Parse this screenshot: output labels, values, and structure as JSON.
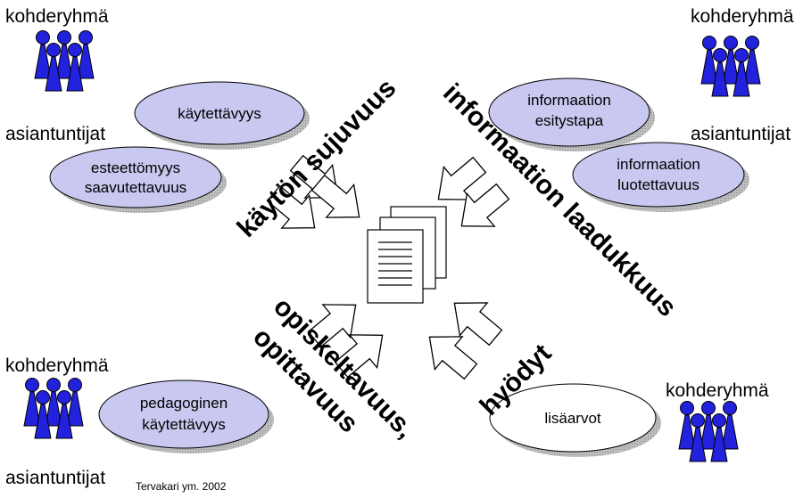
{
  "colors": {
    "ellipse_fill": "#c8c8f0",
    "ellipse_shadow": "#a9a9a9",
    "person_fill": "#2222dd",
    "white_fill": "#ffffff"
  },
  "groups": {
    "top_left": {
      "target": "kohderyhmä",
      "experts": "asiantuntijat"
    },
    "top_right": {
      "target": "kohderyhmä",
      "experts": "asiantuntijat"
    },
    "bottom_left": {
      "target": "kohderyhmä",
      "experts": "asiantuntijat"
    },
    "bottom_right": {
      "target": "kohderyhmä"
    }
  },
  "ellipses": {
    "kaytettavyys": "käytettävyys",
    "esteettomyys": [
      "esteettömyys",
      "saavutettavuus"
    ],
    "esitystapa": [
      "informaation",
      "esitystapa"
    ],
    "luotettavuus": [
      "informaation",
      "luotettavuus"
    ],
    "pedagoginen": [
      "pedagoginen",
      "käytettävyys"
    ],
    "lisaarvot": "lisäarvot"
  },
  "arrow_labels": {
    "top_left": "käytön sujuvuus",
    "top_right": "informaation laadukkuus",
    "bottom_left": [
      "opiskeltavuus,",
      "opittavuus"
    ],
    "bottom_right": "hyödyt"
  },
  "citation": "Tervakari ym. 2002"
}
